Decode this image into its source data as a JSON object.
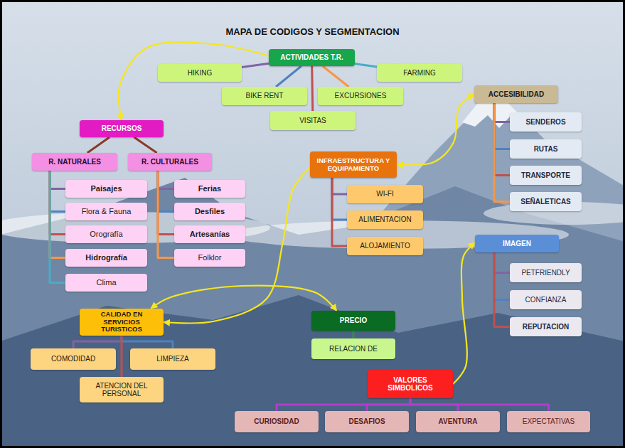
{
  "diagram": {
    "title": "MAPA DE CODIGOS Y SEGMENTACION",
    "nodes": [
      {
        "text": [
          "ACTIVIDADES T.R."
        ]
      },
      {
        "text": [
          "HIKING"
        ]
      },
      {
        "text": [
          "FARMING"
        ]
      },
      {
        "text": [
          "BIKE RENT"
        ]
      },
      {
        "text": [
          "EXCURSIONES"
        ]
      },
      {
        "text": [
          "VISITAS"
        ]
      },
      {
        "text": [
          "RECURSOS"
        ]
      },
      {
        "text": [
          "R. NATURALES"
        ]
      },
      {
        "text": [
          "R. CULTURALES"
        ]
      },
      {
        "text": [
          "Paisajes"
        ]
      },
      {
        "text": [
          "Flora & Fauna"
        ]
      },
      {
        "text": [
          "Orografía"
        ]
      },
      {
        "text": [
          "Hidrografía"
        ]
      },
      {
        "text": [
          "Clima"
        ]
      },
      {
        "text": [
          "Ferias"
        ]
      },
      {
        "text": [
          "Desfiles"
        ]
      },
      {
        "text": [
          "Artesanías"
        ]
      },
      {
        "text": [
          "Folklor"
        ]
      },
      {
        "text": [
          "ACCESIBILIDAD"
        ]
      },
      {
        "text": [
          "SENDEROS"
        ]
      },
      {
        "text": [
          "RUTAS"
        ]
      },
      {
        "text": [
          "TRANSPORTE"
        ]
      },
      {
        "text": [
          "SEÑALETICAS"
        ]
      },
      {
        "text": [
          "INFRAESTRUCTURA Y EQUIPAMIENTO"
        ]
      },
      {
        "text": [
          "WI-FI"
        ]
      },
      {
        "text": [
          "ALIMENTACION"
        ]
      },
      {
        "text": [
          "ALOJAMIENTO"
        ]
      },
      {
        "text": [
          "IMAGEN"
        ]
      },
      {
        "text": [
          "PETFRIENDLY"
        ]
      },
      {
        "text": [
          "CONFIANZA"
        ]
      },
      {
        "text": [
          "REPUTACION"
        ]
      },
      {
        "text": [
          "CALIDAD EN SERVICIOS TURISTICOS"
        ]
      },
      {
        "text": [
          "PRECIO"
        ]
      },
      {
        "text": [
          "RELACION DE"
        ]
      },
      {
        "text": [
          "COMODIDAD"
        ]
      },
      {
        "text": [
          "LIMPIEZA"
        ]
      },
      {
        "text": [
          "ATENCION DEL PERSONAL"
        ]
      },
      {
        "text": [
          "VALORES SIMBOLICOS"
        ]
      },
      {
        "text": [
          "CURIOSIDAD"
        ]
      },
      {
        "text": [
          "DESAFIOS"
        ]
      },
      {
        "text": [
          "AVENTURA"
        ]
      },
      {
        "text": [
          "EXPECTATIVAS"
        ]
      }
    ],
    "edges": [
      {
        "from": 0,
        "to": 1,
        "arrow": "none"
      },
      {
        "from": 0,
        "to": 3,
        "arrow": "none"
      },
      {
        "from": 0,
        "to": 5,
        "arrow": "none"
      },
      {
        "from": 0,
        "to": 4,
        "arrow": "none"
      },
      {
        "from": 0,
        "to": 2,
        "arrow": "none"
      },
      {
        "from": 6,
        "to": 7,
        "arrow": "none"
      },
      {
        "from": 6,
        "to": 8,
        "arrow": "none"
      },
      {
        "from": 7,
        "to": 9,
        "arrow": "none"
      },
      {
        "from": 7,
        "to": 10,
        "arrow": "none"
      },
      {
        "from": 7,
        "to": 11,
        "arrow": "none"
      },
      {
        "from": 7,
        "to": 12,
        "arrow": "none"
      },
      {
        "from": 7,
        "to": 13,
        "arrow": "none"
      },
      {
        "from": 8,
        "to": 14,
        "arrow": "none"
      },
      {
        "from": 8,
        "to": 15,
        "arrow": "none"
      },
      {
        "from": 8,
        "to": 16,
        "arrow": "none"
      },
      {
        "from": 8,
        "to": 17,
        "arrow": "none"
      },
      {
        "from": 18,
        "to": 19,
        "arrow": "none"
      },
      {
        "from": 18,
        "to": 20,
        "arrow": "none"
      },
      {
        "from": 18,
        "to": 21,
        "arrow": "none"
      },
      {
        "from": 18,
        "to": 22,
        "arrow": "none"
      },
      {
        "from": 23,
        "to": 24,
        "arrow": "none"
      },
      {
        "from": 23,
        "to": 25,
        "arrow": "none"
      },
      {
        "from": 23,
        "to": 26,
        "arrow": "none"
      },
      {
        "from": 27,
        "to": 28,
        "arrow": "none"
      },
      {
        "from": 27,
        "to": 29,
        "arrow": "none"
      },
      {
        "from": 27,
        "to": 30,
        "arrow": "none"
      },
      {
        "from": 31,
        "to": 34,
        "arrow": "none"
      },
      {
        "from": 31,
        "to": 35,
        "arrow": "none"
      },
      {
        "from": 31,
        "to": 36,
        "arrow": "none"
      },
      {
        "from": 32,
        "to": 33,
        "arrow": "none"
      },
      {
        "from": 37,
        "to": 38,
        "arrow": "none"
      },
      {
        "from": 37,
        "to": 39,
        "arrow": "none"
      },
      {
        "from": 37,
        "to": 40,
        "arrow": "none"
      },
      {
        "from": 37,
        "to": 41,
        "arrow": "none"
      },
      {
        "from": 0,
        "to": 6,
        "arrow": "to"
      },
      {
        "from": 18,
        "to": 23,
        "arrow": "both"
      },
      {
        "from": 23,
        "to": 31,
        "arrow": "to"
      },
      {
        "from": 31,
        "to": 32,
        "arrow": "both"
      },
      {
        "from": 37,
        "to": 27,
        "arrow": "to"
      }
    ]
  }
}
